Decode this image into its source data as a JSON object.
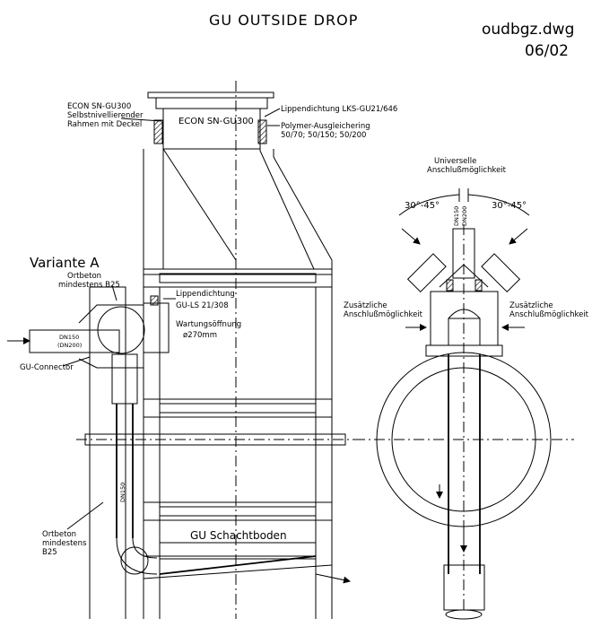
{
  "title": "GU OUTSIDE DROP",
  "file_name": "oudbgz.dwg",
  "date": "06/02",
  "labels": {
    "frame_1": "ECON SN-GU300",
    "frame_2": "Selbstnivellierender",
    "frame_3": "Rahmen mit Deckel",
    "frame_box": "ECON SN-GU300",
    "lip_seal_top": "Lippendichtung LKS-GU21/646",
    "polymer_1": "Polymer-Ausgleichering",
    "polymer_2": "50/70; 50/150; 50/200",
    "variant": "Variante A",
    "concrete_top_1": "Ortbeton",
    "concrete_top_2": "mindestens B25",
    "lip_seal_side_1": "Lippendichtung",
    "lip_seal_side_2": "GU-LS 21/308",
    "maintenance_1": "Wartungsöffnung",
    "maintenance_2": "ø270mm",
    "dn150": "DN150",
    "dn200": "(DN200)",
    "connector": "GU-Connector",
    "dn150_vertical": "DN150",
    "concrete_bottom_1": "Ortbeton",
    "concrete_bottom_2": "mindestens",
    "concrete_bottom_3": "B25",
    "shaft_base": "GU Schachtboden",
    "universal_1": "Universelle",
    "universal_2": "Anschlußmöglichkeit",
    "angle_left": "30°-45°",
    "angle_right": "30°-45°",
    "dn_small_1": "DN150",
    "dn_small_2": "DN200",
    "extra_left_1": "Zusätzliche",
    "extra_left_2": "Anschlußmöglichkeit",
    "extra_right_1": "Zusätzliche",
    "extra_right_2": "Anschlußmöglichkeit"
  }
}
